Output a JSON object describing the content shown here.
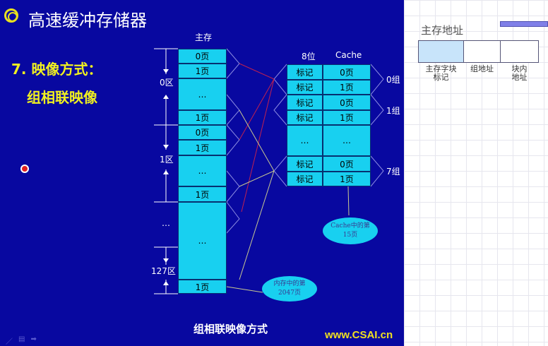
{
  "slide": {
    "title": "高速缓冲存储器",
    "subtitle": "7. 映像方式：",
    "subsubtitle": "组相联映像",
    "caption": "组相联映像方式",
    "watermark": "www.CSAI.cn",
    "main_memory": {
      "header": "主存",
      "rows": [
        "0页",
        "1页",
        "…",
        "1页",
        "0页",
        "1页",
        "…",
        "1页",
        "…",
        "1页"
      ],
      "zones": [
        "0区",
        "1区",
        "…",
        "127区"
      ]
    },
    "cache": {
      "header_tag": "8位",
      "header_data": "Cache",
      "rows": [
        [
          "标记",
          "0页"
        ],
        [
          "标记",
          "1页"
        ],
        [
          "标记",
          "0页"
        ],
        [
          "标记",
          "1页"
        ],
        [
          "…",
          "…"
        ],
        [
          "标记",
          "0页"
        ],
        [
          "标记",
          "1页"
        ]
      ],
      "groups": [
        "0组",
        "1组",
        "7组"
      ]
    },
    "callouts": {
      "cache": [
        "Cache中的第",
        "15页"
      ],
      "memory": [
        "内存中的第",
        "2047页"
      ]
    },
    "nav_icons": [
      "pen-icon",
      "menu-icon",
      "arrow-right-icon"
    ]
  },
  "address": {
    "title": "主存地址",
    "fields": [
      "主存字块\n标记",
      "组地址",
      "块内\n地址"
    ],
    "field_lines": [
      [
        "主存字块",
        "标记"
      ],
      [
        "组地址"
      ],
      [
        "块内",
        "地址"
      ]
    ]
  },
  "colors": {
    "background": "#0808a0",
    "cell": "#18d0f0",
    "heading": "#f0f020"
  }
}
